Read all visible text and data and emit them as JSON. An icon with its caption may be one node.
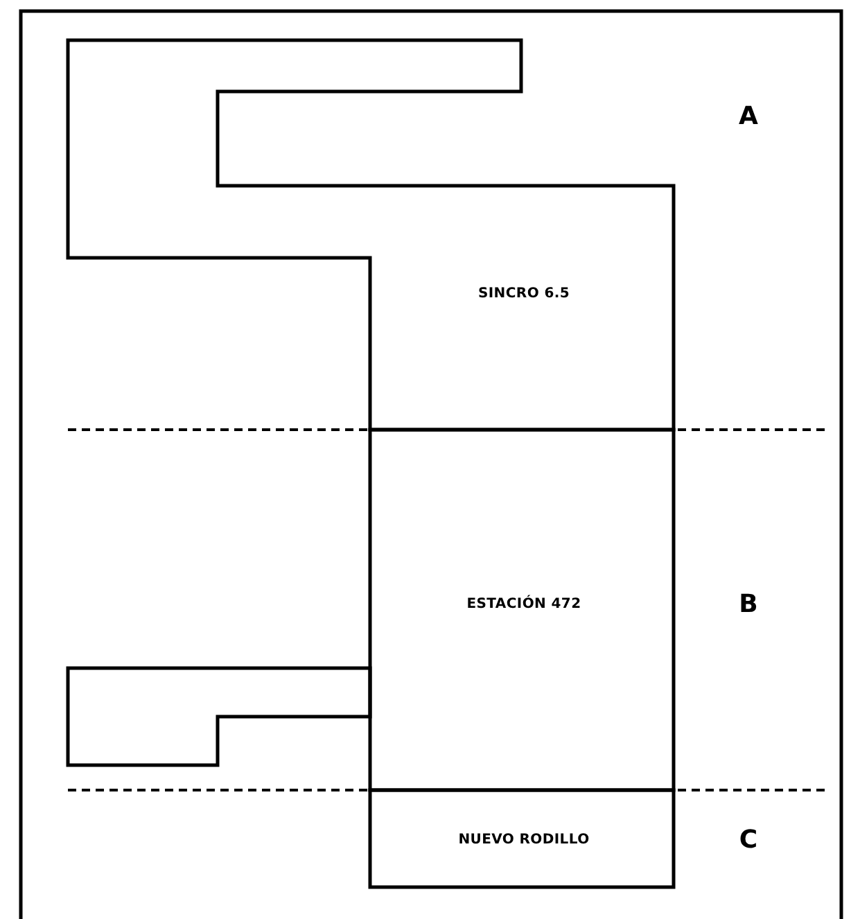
{
  "diagram": {
    "nodes": [
      {
        "text": [
          "SINCRO 6.5"
        ]
      },
      {
        "text": [
          "ESTACIÓN 472"
        ]
      },
      {
        "text": [],
        "shape": "box"
      },
      {
        "text": [
          "NUEVO RODILLO"
        ]
      }
    ],
    "labels": [
      "A",
      "B",
      "C"
    ]
  }
}
